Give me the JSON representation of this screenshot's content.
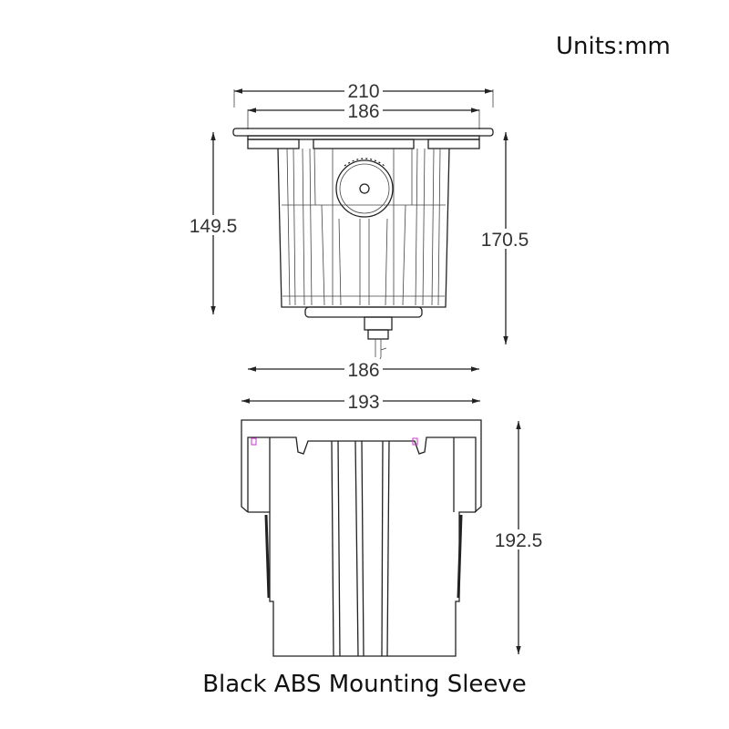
{
  "units_label": "Units:mm",
  "caption": "Black ABS Mounting Sleeve",
  "top_view": {
    "dims": {
      "overall_width": "210",
      "flange_inner_width": "186",
      "body_height": "149.5",
      "total_height": "170.5",
      "bottom_width": "186"
    }
  },
  "sleeve_view": {
    "dims": {
      "width": "193",
      "height": "192.5"
    }
  },
  "colors": {
    "line": "#222222",
    "marker": "#cc33cc"
  }
}
